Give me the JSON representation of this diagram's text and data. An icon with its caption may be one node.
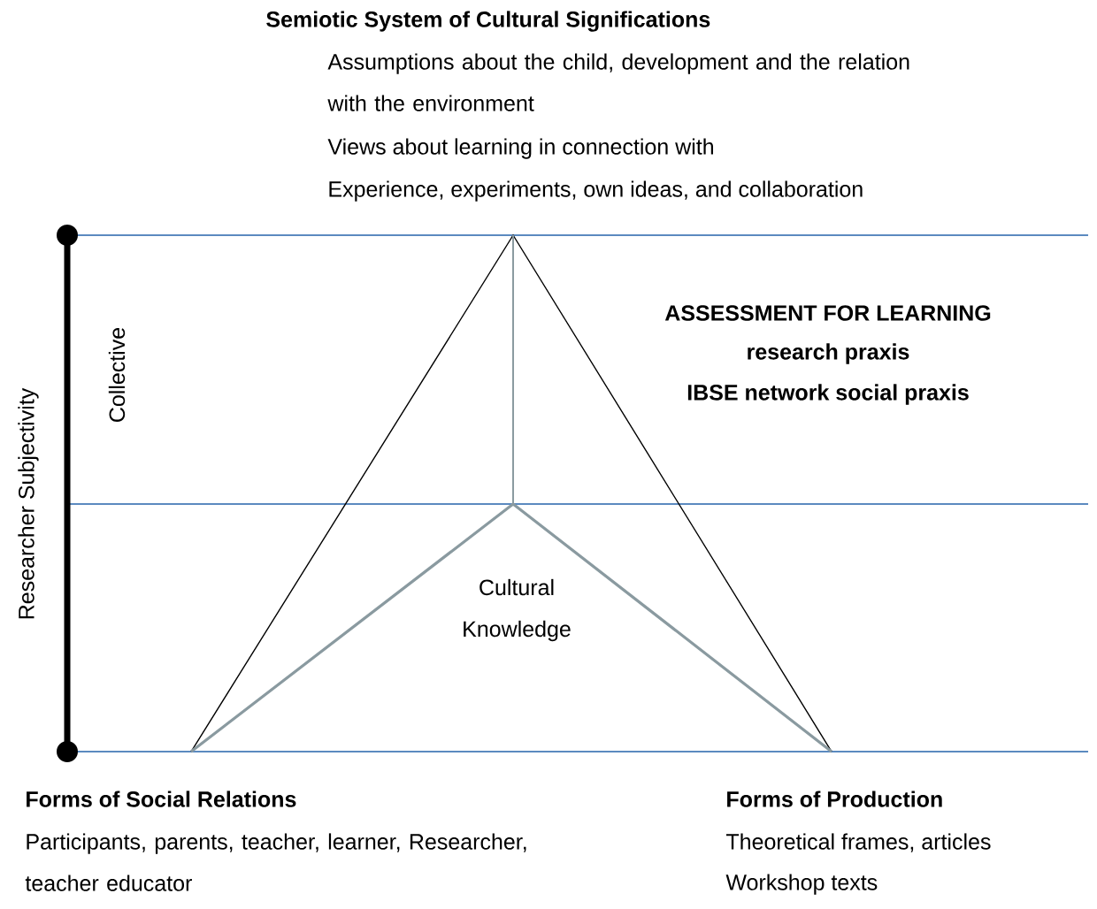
{
  "diagram": {
    "labels": [
      "Semiotic System of Cultural Significations",
      "Assumptions about the child, development and the relation with the environment",
      "Views about learning in connection with",
      "Experience, experiments, own ideas, and collaboration",
      "Collective",
      "ASSESSMENT FOR LEARNING",
      "research praxis",
      "IBSE network social praxis",
      "Researcher Subjectivity",
      "Cultural Knowledge",
      "Forms of Social Relations",
      "Participants, parents, teacher, learner, Researcher, teacher educator",
      "Forms of Production",
      "Theoretical frames, articles",
      "Workshop texts"
    ]
  }
}
